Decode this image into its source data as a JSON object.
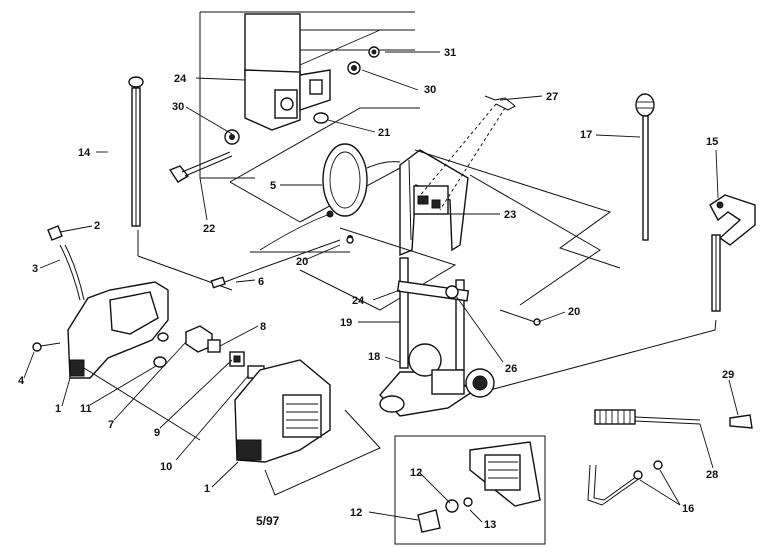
{
  "labels": {
    "l1a": "1",
    "l1b": "1",
    "l2": "2",
    "l3": "3",
    "l4": "4",
    "l5": "5",
    "l6": "6",
    "l7": "7",
    "l8": "8",
    "l9": "9",
    "l10": "10",
    "l11": "11",
    "l12a": "12",
    "l12b": "12",
    "l13": "13",
    "l14": "14",
    "l15": "15",
    "l16": "16",
    "l17": "17",
    "l18": "18",
    "l19": "19",
    "l20a": "20",
    "l20b": "20",
    "l21": "21",
    "l22": "22",
    "l23": "23",
    "l24a": "24",
    "l24b": "24",
    "l26": "26",
    "l27": "27",
    "l28": "28",
    "l29": "29",
    "l30a": "30",
    "l30b": "30",
    "l31": "31"
  },
  "footer": {
    "code": "5/97"
  }
}
